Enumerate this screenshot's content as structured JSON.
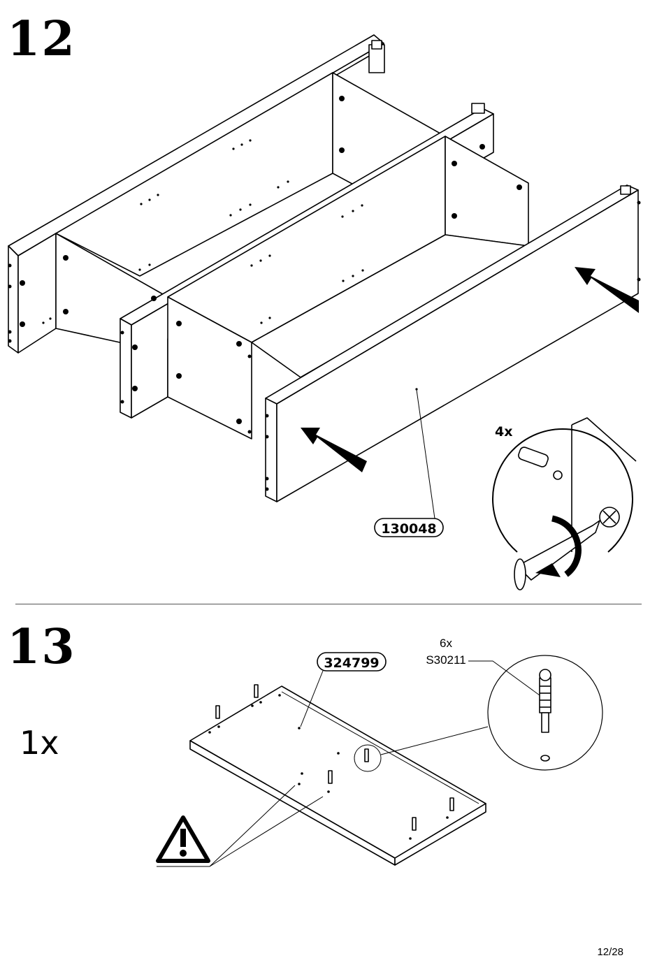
{
  "step12": {
    "number": "12",
    "part_label": "130048",
    "detail_quantity": "4x"
  },
  "step13": {
    "number": "13",
    "quantity": "1x",
    "part_label": "324799",
    "detail_quantity": "6x",
    "detail_part": "S30211"
  },
  "footer": {
    "page": "12/28"
  },
  "icons": [
    "warning-triangle-icon",
    "push-arrow-icon",
    "rotate-arrow-icon",
    "screwdriver-icon",
    "dowel-icon",
    "cam-bolt-icon"
  ]
}
